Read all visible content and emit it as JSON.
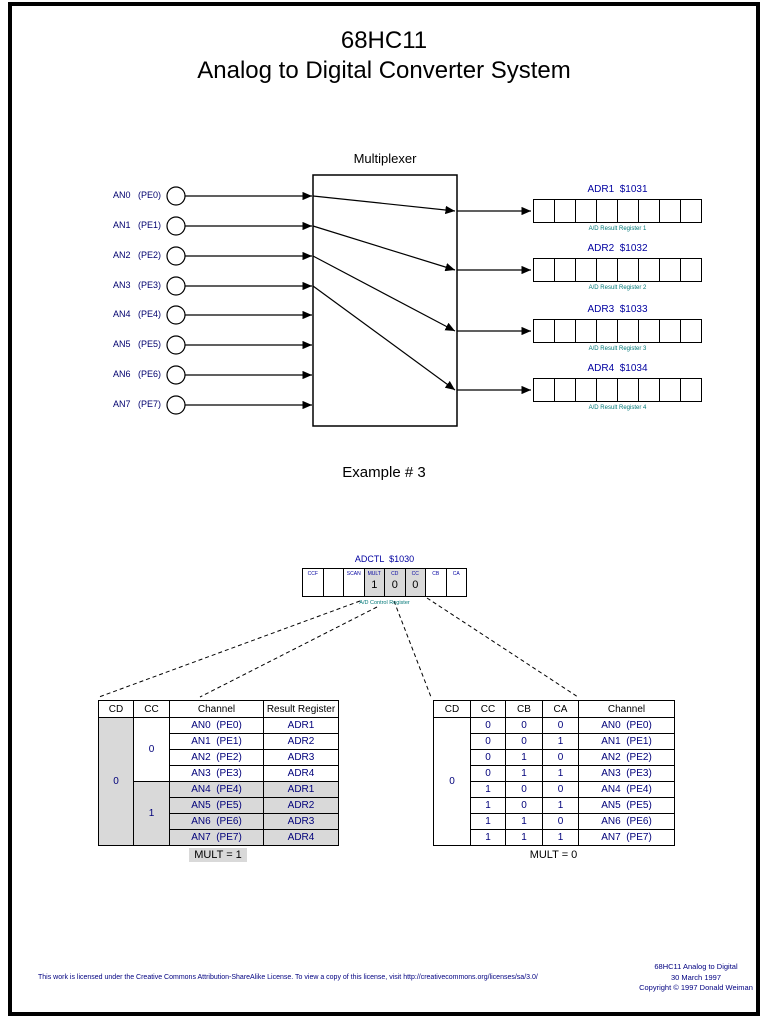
{
  "page": {
    "title_line1": "68HC11",
    "title_line2": "Analog to Digital Converter System",
    "example_label": "Example # 3"
  },
  "mux": {
    "label": "Multiplexer",
    "inputs": [
      {
        "label": "AN0   (PE0)"
      },
      {
        "label": "AN1   (PE1)"
      },
      {
        "label": "AN2   (PE2)"
      },
      {
        "label": "AN3   (PE3)"
      },
      {
        "label": "AN4   (PE4)"
      },
      {
        "label": "AN5   (PE5)"
      },
      {
        "label": "AN6   (PE6)"
      },
      {
        "label": "AN7   (PE7)"
      }
    ]
  },
  "registers": [
    {
      "title": "ADR1  $1031",
      "caption": "A/D Result Register 1"
    },
    {
      "title": "ADR2  $1032",
      "caption": "A/D Result Register 2"
    },
    {
      "title": "ADR3  $1033",
      "caption": "A/D Result Register 3"
    },
    {
      "title": "ADR4  $1034",
      "caption": "A/D Result Register 4"
    }
  ],
  "adctl": {
    "title": "ADCTL  $1030",
    "caption": "A/D Control Register",
    "cells": [
      {
        "label": "CCF",
        "value": ""
      },
      {
        "label": "",
        "value": ""
      },
      {
        "label": "SCAN",
        "value": ""
      },
      {
        "label": "MULT",
        "value": "1"
      },
      {
        "label": "CD",
        "value": "0"
      },
      {
        "label": "CC",
        "value": "0"
      },
      {
        "label": "CB",
        "value": ""
      },
      {
        "label": "CA",
        "value": ""
      }
    ]
  },
  "mult1_table": {
    "headers": {
      "cd": "CD",
      "cc": "CC",
      "channel": "Channel",
      "register": "Result Register"
    },
    "cd": "0",
    "cc_group0": "0",
    "cc_group1": "1",
    "rows": [
      {
        "channel": "AN0  (PE0)",
        "register": "ADR1"
      },
      {
        "channel": "AN1  (PE1)",
        "register": "ADR2"
      },
      {
        "channel": "AN2  (PE2)",
        "register": "ADR3"
      },
      {
        "channel": "AN3  (PE3)",
        "register": "ADR4"
      },
      {
        "channel": "AN4  (PE4)",
        "register": "ADR1"
      },
      {
        "channel": "AN5  (PE5)",
        "register": "ADR2"
      },
      {
        "channel": "AN6  (PE6)",
        "register": "ADR3"
      },
      {
        "channel": "AN7  (PE7)",
        "register": "ADR4"
      }
    ],
    "caption": "MULT = 1"
  },
  "mult0_table": {
    "headers": {
      "cd": "CD",
      "cc": "CC",
      "cb": "CB",
      "ca": "CA",
      "channel": "Channel"
    },
    "cd": "0",
    "rows": [
      {
        "cc": "0",
        "cb": "0",
        "ca": "0",
        "channel": "AN0  (PE0)"
      },
      {
        "cc": "0",
        "cb": "0",
        "ca": "1",
        "channel": "AN1  (PE1)"
      },
      {
        "cc": "0",
        "cb": "1",
        "ca": "0",
        "channel": "AN2  (PE2)"
      },
      {
        "cc": "0",
        "cb": "1",
        "ca": "1",
        "channel": "AN3  (PE3)"
      },
      {
        "cc": "1",
        "cb": "0",
        "ca": "0",
        "channel": "AN4  (PE4)"
      },
      {
        "cc": "1",
        "cb": "0",
        "ca": "1",
        "channel": "AN5  (PE5)"
      },
      {
        "cc": "1",
        "cb": "1",
        "ca": "0",
        "channel": "AN6  (PE6)"
      },
      {
        "cc": "1",
        "cb": "1",
        "ca": "1",
        "channel": "AN7  (PE7)"
      }
    ],
    "caption": "MULT = 0"
  },
  "footer": {
    "license": "This work is licensed under the Creative Commons Attribution-ShareAlike License.  To view a copy of this license, visit  http://creativecommons.org/licenses/sa/3.0/",
    "doc_title": "68HC11 Analog to Digital",
    "date": "30 March 1997",
    "copyright": "Copyright © 1997 Donald Weiman"
  },
  "colors": {
    "text_navy": "#000080",
    "shade_gray": "#d9d9d9",
    "line_black": "#000000"
  }
}
